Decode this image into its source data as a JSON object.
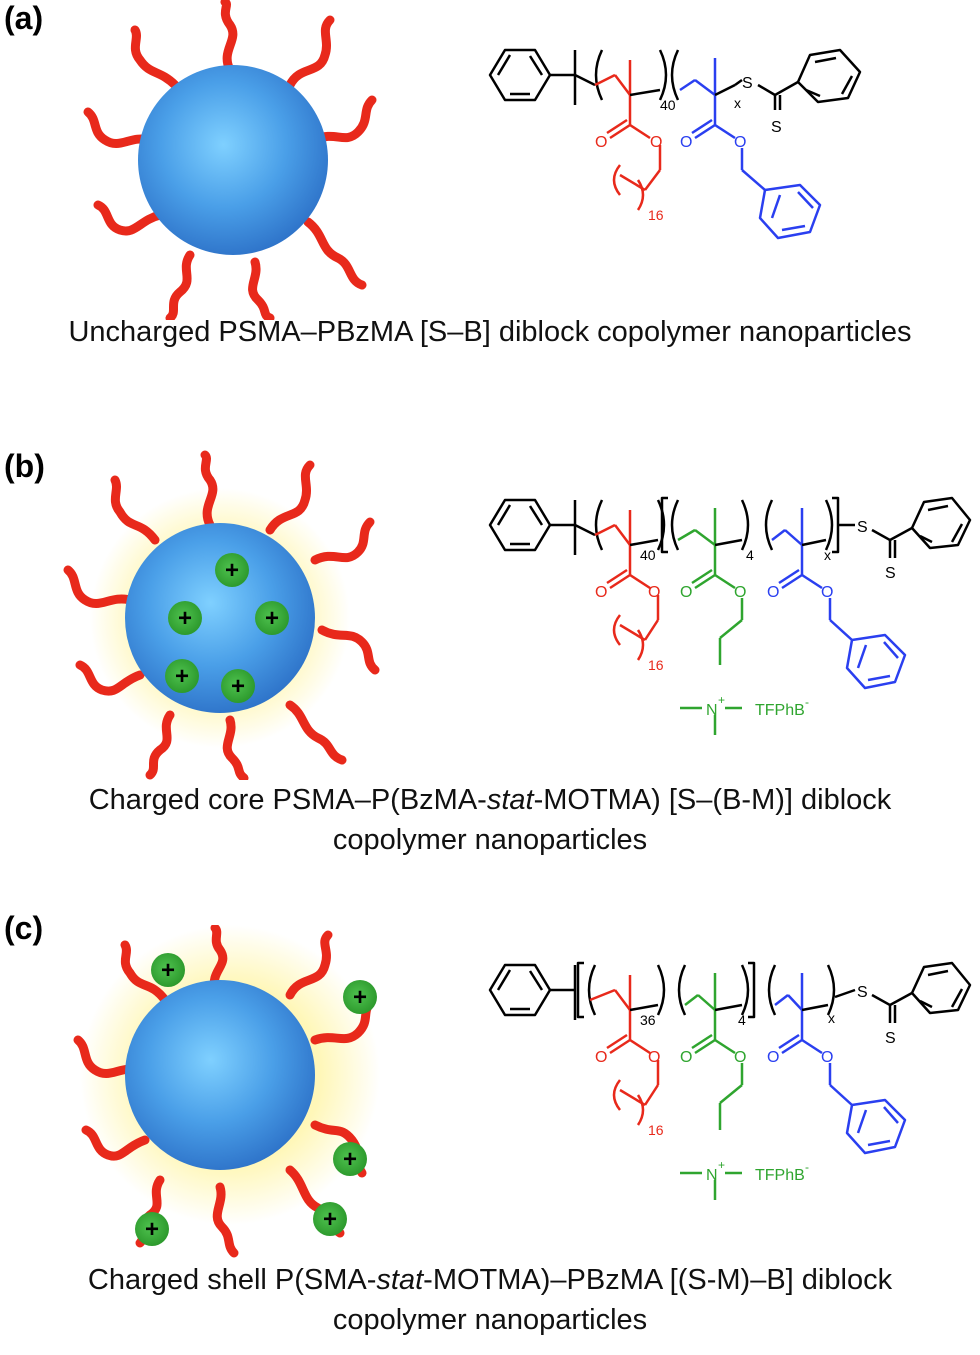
{
  "colors": {
    "corona": "#e8291b",
    "core": "#3a8fe0",
    "charge": "#2fae2f",
    "black": "#000000",
    "red": "#e8291b",
    "green": "#2fa52f",
    "blue": "#2a3ff0"
  },
  "panels": [
    {
      "label": "(a)",
      "caption_parts": [
        "Uncharged PSMA–PBzMA [S–B] diblock copolymer nanoparticles"
      ],
      "caption_italic": "",
      "caption_lines": [
        "Uncharged PSMA–PBzMA [S–B] diblock copolymer nanoparticles"
      ],
      "subscripts": {
        "sma": "40",
        "sma_chain": "16",
        "bzma": "x"
      },
      "atoms": {
        "sulfur_top": "S",
        "sulfur_bottom": "S",
        "o1": "O",
        "o2": "O",
        "o3": "O",
        "o4": "O"
      }
    },
    {
      "label": "(b)",
      "caption_line1_pre": "Charged core PSMA–P(BzMA-",
      "caption_line1_ital": "stat",
      "caption_line1_post": "-MOTMA) [S–(B-M)] diblock",
      "caption_line2": "copolymer nanoparticles",
      "subscripts": {
        "sma": "40",
        "motma": "4",
        "bzma": "x",
        "sma_chain": "16"
      },
      "counterion": "TFPhB",
      "counterion_charge": "-",
      "nitrogen": "N",
      "nitrogen_charge": "+",
      "atoms": {
        "sulfur_top": "S",
        "sulfur_bottom": "S",
        "o": "O"
      },
      "charge_symbol": "+"
    },
    {
      "label": "(c)",
      "caption_line1_pre": "Charged shell P(SMA-",
      "caption_line1_ital": "stat",
      "caption_line1_post": "-MOTMA)–PBzMA [(S-M)–B] diblock",
      "caption_line2": "copolymer nanoparticles",
      "subscripts": {
        "sma": "36",
        "motma": "4",
        "bzma": "x",
        "sma_chain": "16"
      },
      "counterion": "TFPhB",
      "counterion_charge": "-",
      "nitrogen": "N",
      "nitrogen_charge": "+",
      "atoms": {
        "sulfur_top": "S",
        "sulfur_bottom": "S",
        "o": "O"
      },
      "charge_symbol": "+"
    }
  ]
}
